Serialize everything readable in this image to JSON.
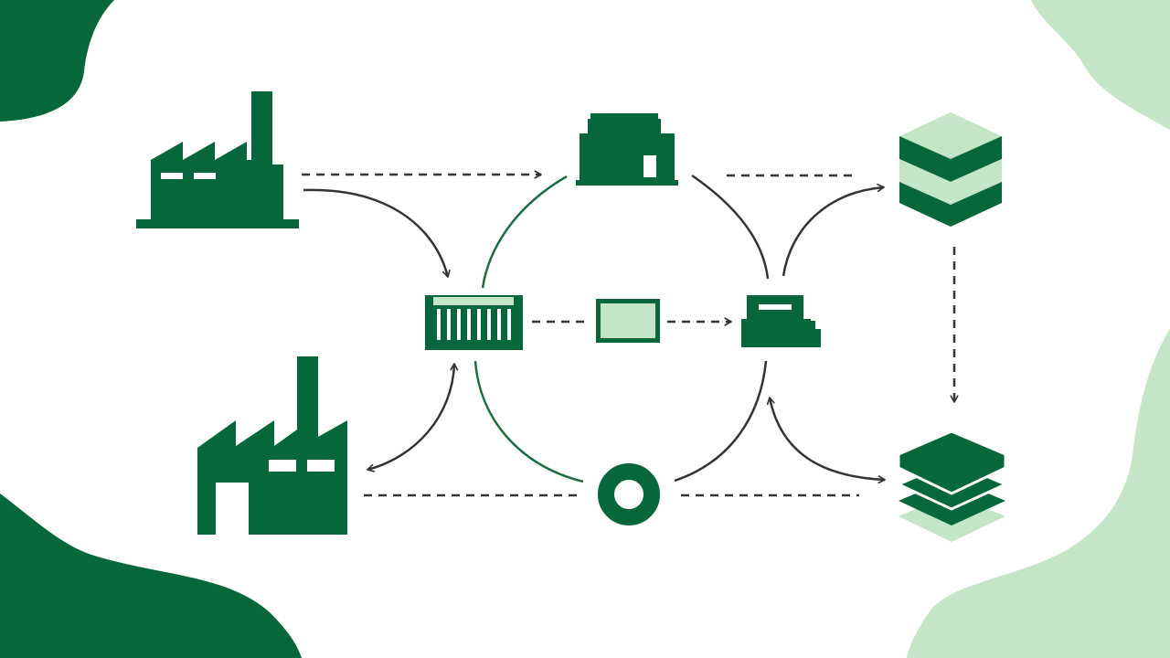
{
  "colors": {
    "dark_green": "#05673a",
    "light_green": "#c4e6c6",
    "mid_green": "#1a6f42",
    "arrow": "#333333",
    "background": "#ffffff"
  },
  "decorations": [
    "corner-blob-top-left",
    "corner-blob-bottom-left",
    "corner-blob-top-right",
    "corner-blob-bottom-right"
  ],
  "nodes": [
    {
      "id": "factory-top",
      "icon": "factory-icon"
    },
    {
      "id": "factory-bottom",
      "icon": "factory-icon"
    },
    {
      "id": "building-top",
      "icon": "warehouse-icon"
    },
    {
      "id": "container",
      "icon": "shipping-container-icon"
    },
    {
      "id": "package",
      "icon": "package-icon"
    },
    {
      "id": "cash-register",
      "icon": "cash-register-icon"
    },
    {
      "id": "ring",
      "icon": "ring-icon"
    },
    {
      "id": "cube-stack",
      "icon": "cube-stack-icon"
    },
    {
      "id": "layer-stack",
      "icon": "layer-stack-icon"
    }
  ],
  "edges": [
    {
      "from": "factory-top",
      "to": "building-top",
      "style": "dashed"
    },
    {
      "from": "factory-top",
      "to": "container",
      "style": "solid"
    },
    {
      "from": "building-top",
      "to": "cube-stack",
      "style": "dashed"
    },
    {
      "from": "cash-register",
      "to": "cube-stack",
      "style": "solid"
    },
    {
      "from": "container",
      "to": "package",
      "style": "dashed"
    },
    {
      "from": "package",
      "to": "cash-register",
      "style": "dashed"
    },
    {
      "from": "cube-stack",
      "to": "layer-stack",
      "style": "dashed"
    },
    {
      "from": "container",
      "to": "factory-bottom",
      "style": "solid-bidirectional"
    },
    {
      "from": "factory-bottom",
      "to": "ring",
      "style": "dashed"
    },
    {
      "from": "ring",
      "to": "layer-stack",
      "style": "dashed"
    },
    {
      "from": "cash-register",
      "to": "layer-stack",
      "style": "solid-bidirectional"
    }
  ]
}
